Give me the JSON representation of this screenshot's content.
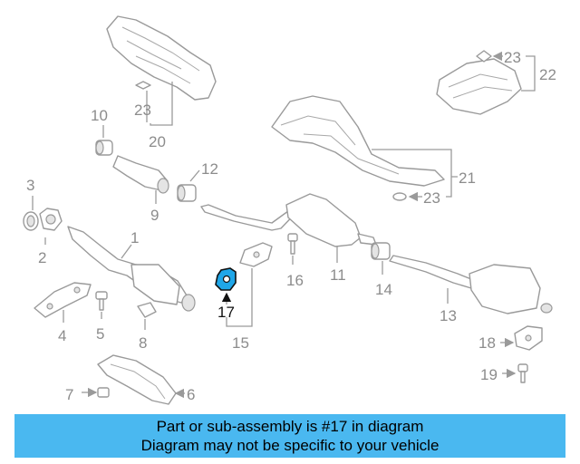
{
  "callouts": {
    "c1": "1",
    "c2": "2",
    "c3": "3",
    "c4": "4",
    "c5": "5",
    "c6": "6",
    "c7": "7",
    "c8": "8",
    "c9": "9",
    "c10": "10",
    "c11": "11",
    "c12": "12",
    "c13": "13",
    "c14": "14",
    "c15": "15",
    "c16": "16",
    "c17": "17",
    "c18": "18",
    "c19": "19",
    "c20": "20",
    "c21": "21",
    "c22": "22",
    "c23a": "23",
    "c23b": "23",
    "c23c": "23"
  },
  "highlight": {
    "part": "17",
    "color": "#1fa6e8"
  },
  "banner": {
    "line1": "Part or sub-assembly is #17 in diagram",
    "line2": "Diagram may not be specific to your vehicle",
    "background": "#4ab8f0"
  }
}
